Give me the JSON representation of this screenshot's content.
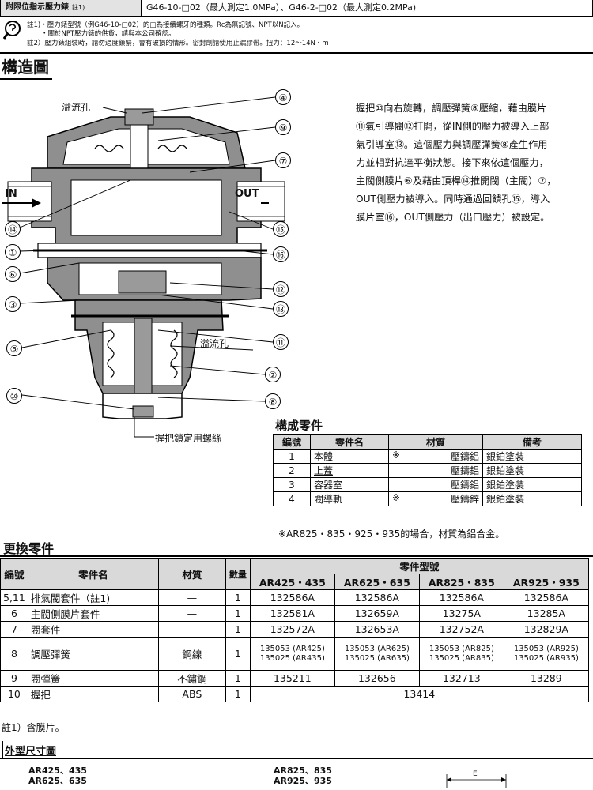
{
  "top_row": {
    "label": "附限位指示壓力錶",
    "label_note": "註1)",
    "value": "G46-10-□02（最大測定1.0MPa）、G46-2-□02（最大測定0.2MPa)"
  },
  "notes": {
    "line1": "註1)・壓力錶型號（例G46-10-□02）的□為接續螺牙的種類。Rc為無記號、NPT以N記入。",
    "line2": "・關於NPT壓力錶的供貨，請與本公司確認。",
    "line3": "註2）壓力錶組裝時，請勿過度鎖緊，會有破損的情形。密封劑請使用止漏膠帶。扭力：12〜14N・m"
  },
  "structure": {
    "title": "構造圖",
    "labels": {
      "overflow_top": "溢流孔",
      "overflow_mid": "溢流孔",
      "in": "IN",
      "out": "OUT",
      "lock_screw": "握把鎖定用螺絲"
    },
    "callouts_left": [
      "⑭",
      "①",
      "⑥",
      "③",
      "⑤",
      "⑩"
    ],
    "callouts_right": [
      "④",
      "⑨",
      "⑦",
      "⑮",
      "⑯",
      "⑫",
      "⑬",
      "⑪",
      "②",
      "⑧"
    ],
    "description": [
      "握把⑩向右旋轉，調壓彈簧⑧壓縮，藉由膜片",
      "⑪氣引導閥⑫打開，從IN側的壓力被導入上部",
      "氣引導室⑬。這個壓力與調壓彈簧⑧產生作用",
      "力並相對抗達平衡狀態。接下來依這個壓力，",
      "主閥側膜片⑥及藉由頂桿⑭推開閥（主閥）⑦，",
      "OUT側壓力被導入。同時通過回饋孔⑮，導入",
      "膜片室⑯，OUT側壓力（出口壓力）被設定。"
    ]
  },
  "parts": {
    "title": "構成零件",
    "headers": [
      "編號",
      "零件名",
      "材質",
      "備考"
    ],
    "rows": [
      {
        "no": "1",
        "name": "本體",
        "mark": "※",
        "material": "壓鑄鋁",
        "remark": "銀鉑塗裝"
      },
      {
        "no": "2",
        "name": "上蓋",
        "mark": "",
        "material": "壓鑄鋁",
        "remark": "銀鉑塗裝"
      },
      {
        "no": "3",
        "name": "容器室",
        "mark": "",
        "material": "壓鑄鋁",
        "remark": "銀鉑塗裝"
      },
      {
        "no": "4",
        "name": "閥導軌",
        "mark": "※",
        "material": "壓鑄鋅",
        "remark": "銀鉑塗裝"
      }
    ],
    "footnote": "※AR825・835・925・935的場合，材質為鋁合金。"
  },
  "replacement": {
    "title": "更換零件",
    "headers": {
      "no": "編號",
      "name": "零件名",
      "material": "材質",
      "qty": "數量",
      "model": "零件型號",
      "models": [
        "AR425・435",
        "AR625・635",
        "AR825・835",
        "AR925・935"
      ]
    },
    "rows": [
      {
        "no": "5,11",
        "name": "排氣閥套件（註1)",
        "material": "—",
        "qty": "1",
        "codes": [
          "132586A",
          "132586A",
          "132586A",
          "132586A"
        ]
      },
      {
        "no": "6",
        "name": "主閥側膜片套件",
        "material": "—",
        "qty": "1",
        "codes": [
          "132581A",
          "132659A",
          "13275A",
          "13285A"
        ]
      },
      {
        "no": "7",
        "name": "閥套件",
        "material": "—",
        "qty": "1",
        "codes": [
          "132572A",
          "132653A",
          "132752A",
          "132829A"
        ]
      },
      {
        "no": "8",
        "name": "調壓彈簧",
        "material": "鋼線",
        "qty": "1",
        "codes_a": [
          "135053 (AR425)",
          "135053 (AR625)",
          "135053 (AR825)",
          "135053 (AR925)"
        ],
        "codes_b": [
          "135025 (AR435)",
          "135025 (AR635)",
          "135025 (AR835)",
          "135025 (AR935)"
        ]
      },
      {
        "no": "9",
        "name": "閥彈簧",
        "material": "不鏽鋼",
        "qty": "1",
        "codes": [
          "135211",
          "132656",
          "132713",
          "13289"
        ]
      },
      {
        "no": "10",
        "name": "握把",
        "material": "ABS",
        "qty": "1",
        "code_all": "13414"
      }
    ],
    "footnote": "註1）含膜片。"
  },
  "dimensions": {
    "title": "外型尺寸圖",
    "col1": [
      "AR425、435",
      "AR625、635"
    ],
    "col2": [
      "AR825、835",
      "AR925、935"
    ],
    "dim_label": "E"
  }
}
